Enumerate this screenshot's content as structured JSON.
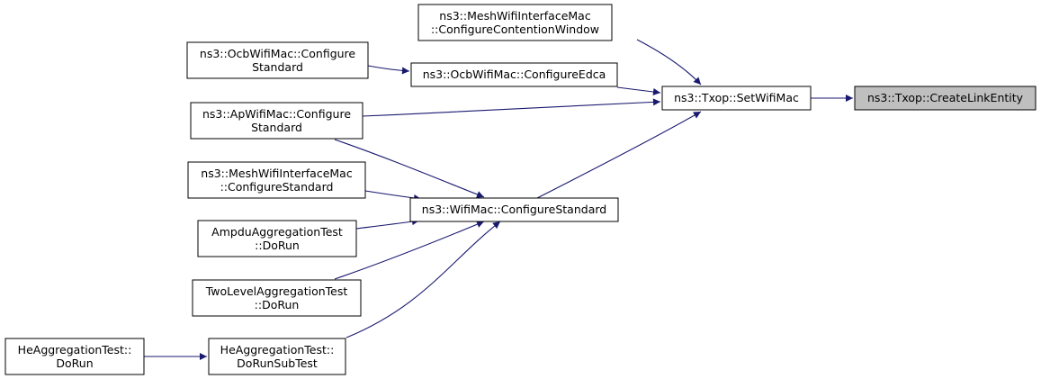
{
  "colors": {
    "edge": "#191970",
    "node_border": "#000000",
    "highlight_fill": "#bfbfbf"
  },
  "nodes": {
    "n_createlink": {
      "lines": [
        "ns3::Txop::CreateLinkEntity"
      ],
      "highlight": true
    },
    "n_setwifimac": {
      "lines": [
        "ns3::Txop::SetWifiMac"
      ]
    },
    "n_meshcw": {
      "lines": [
        "ns3::MeshWifiInterfaceMac",
        "::ConfigureContentionWindow"
      ]
    },
    "n_ocbedca": {
      "lines": [
        "ns3::OcbWifiMac::ConfigureEdca"
      ]
    },
    "n_ocbstd": {
      "lines": [
        "ns3::OcbWifiMac::Configure",
        "Standard"
      ]
    },
    "n_apstd": {
      "lines": [
        "ns3::ApWifiMac::Configure",
        "Standard"
      ]
    },
    "n_wifistd": {
      "lines": [
        "ns3::WifiMac::ConfigureStandard"
      ]
    },
    "n_meshstd": {
      "lines": [
        "ns3::MeshWifiInterfaceMac",
        "::ConfigureStandard"
      ]
    },
    "n_ampdu": {
      "lines": [
        "AmpduAggregationTest",
        "::DoRun"
      ]
    },
    "n_twolevel": {
      "lines": [
        "TwoLevelAggregationTest",
        "::DoRun"
      ]
    },
    "n_hesub": {
      "lines": [
        "HeAggregationTest::",
        "DoRunSubTest"
      ]
    },
    "n_herun": {
      "lines": [
        "HeAggregationTest::",
        "DoRun"
      ]
    }
  },
  "edges": [
    {
      "from": "n_setwifimac",
      "to": "n_createlink"
    },
    {
      "from": "n_meshcw",
      "to": "n_setwifimac"
    },
    {
      "from": "n_ocbedca",
      "to": "n_setwifimac"
    },
    {
      "from": "n_apstd",
      "to": "n_setwifimac"
    },
    {
      "from": "n_wifistd",
      "to": "n_setwifimac"
    },
    {
      "from": "n_ocbstd",
      "to": "n_ocbedca"
    },
    {
      "from": "n_apstd",
      "to": "n_wifistd"
    },
    {
      "from": "n_meshstd",
      "to": "n_wifistd"
    },
    {
      "from": "n_ampdu",
      "to": "n_wifistd"
    },
    {
      "from": "n_twolevel",
      "to": "n_wifistd"
    },
    {
      "from": "n_hesub",
      "to": "n_wifistd"
    },
    {
      "from": "n_herun",
      "to": "n_hesub"
    }
  ]
}
